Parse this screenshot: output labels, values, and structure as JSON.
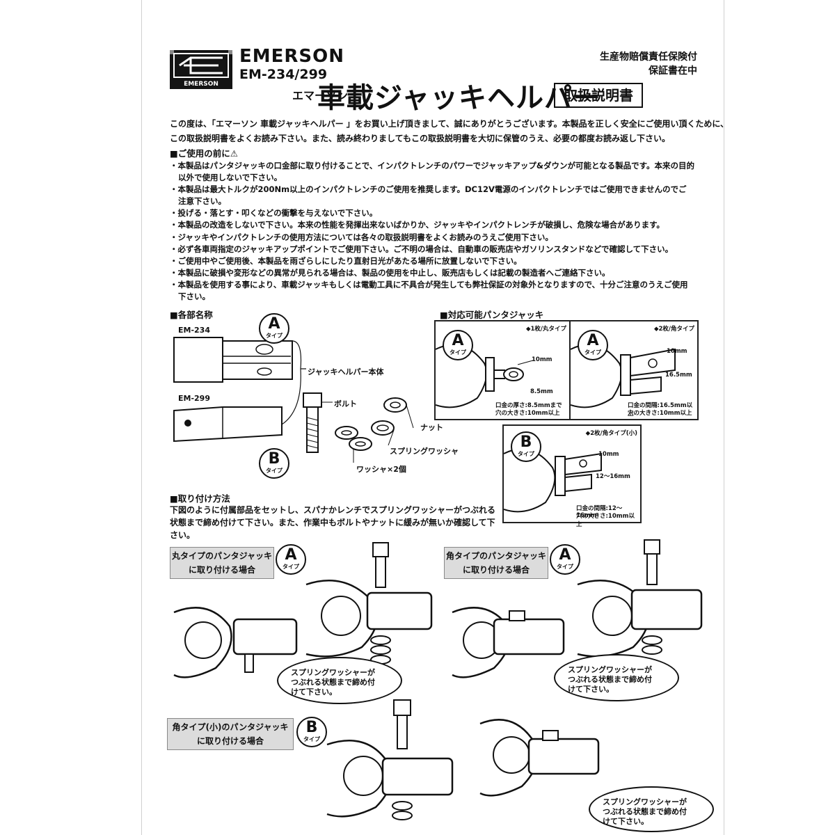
{
  "header": {
    "brand": "EMERSON",
    "model": "EM-234/299",
    "logo_text": "EMERSON",
    "title_small": "エマーソン",
    "title_large": "車載ジャッキヘルパー",
    "manual_label": "取扱説明書",
    "warranty_line1": "生産物賠償責任保険付",
    "warranty_line2": "保証書在中"
  },
  "intro": {
    "line1": "この度は、「エマーソン 車載ジャッキヘルパー 」をお買い上げ頂きまして、誠にありがとうございます。本製品を正しく安全にご使用い頂くために、",
    "line2": "この取扱説明書をよくお読み下さい。また、読み終わりましてもこの取扱説明書を大切に保管のうえ、必要の都度お読み返し下さい。"
  },
  "cautions": {
    "heading": "■ご使用の前に⚠",
    "lines": [
      "・本製品はパンタジャッキの口金部に取り付けることで、インパクトレンチのパワーでジャッキアップ&ダウンが可能となる製品です。本来の目的",
      "以外で使用しないで下さい。",
      "・本製品は最大トルクが200Nm以上のインパクトレンチのご使用を推奨します。DC12V電源のインパクトレンチではご使用できませんのでご",
      "注意下さい。",
      "・投げる・落とす・叩くなどの衝撃を与えないで下さい。",
      "・本製品の改造をしないで下さい。本来の性能を発揮出来ないばかりか、ジャッキやインパクトレンチが破損し、危険な場合があります。",
      "・ジャッキやインパクトレンチの使用方法については各々の取扱説明書をよくお読みのうえご使用下さい。",
      "・必ず各車両指定のジャッキアップポイントでご使用下さい。ご不明の場合は、自動車の販売店やガソリンスタンドなどで確認して下さい。",
      "・ご使用中やご使用後、本製品を雨ざらしにしたり直射日光があたる場所に放置しないで下さい。",
      "・本製品に破損や変形などの異常が見られる場合は、製品の使用を中止し、販売店もしくは記載の製造者へご連絡下さい。",
      "・本製品を使用する事により、車載ジャッキもしくは電動工具に不具合が発生しても弊社保証の対象外となりますので、十分ご注意のうえご使用",
      "下さい。"
    ]
  },
  "parts": {
    "heading": "■各部名称",
    "model_a": "EM-234",
    "model_b": "EM-299",
    "body_label": "ジャッキヘルパー本体",
    "bolt": "ボルト",
    "nut": "ナット",
    "spring_washer": "スプリングワッシャ",
    "washer": "ワッシャ×2個"
  },
  "badges": {
    "a": "A",
    "b": "B",
    "type": "タイプ"
  },
  "jacks": {
    "heading": "■対応可能パンタジャッキ",
    "panels": [
      {
        "title": "◆1枚/丸タイプ",
        "badge": "A",
        "dim1": "10mm",
        "dim2": "8.5mm",
        "note1": "口金の厚さ:8.5mmまで",
        "note2": "穴の大きさ:10mm以上"
      },
      {
        "title": "◆2枚/角タイプ",
        "badge": "A",
        "dim1": "10mm",
        "dim2": "16.5mm",
        "note1": "口金の間隔:16.5mm以上",
        "note2": "穴の大きさ:10mm以上"
      },
      {
        "title": "◆2枚/角タイプ(小)",
        "badge": "B",
        "dim1": "10mm",
        "dim2": "12～16mm",
        "note1": "口金の間隔:12～16mm",
        "note2": "穴の大きさ:10mm以上"
      }
    ]
  },
  "install": {
    "heading": "■取り付け方法",
    "line1": "下図のように付属部品をセットし、スパナかレンチでスプリングワッシャーがつぶれる",
    "line2": "状態まで締め付けて下さい。また、作業中もボルトやナットに緩みが無いか確認して下",
    "line3": "さい。",
    "box_a_round_1": "丸タイプのパンタジャッキ",
    "box_a_round_2": "に取り付ける場合",
    "box_a_square_1": "角タイプのパンタジャッキ",
    "box_a_square_2": "に取り付ける場合",
    "box_b_1": "角タイプ(小)のパンタジャッキ",
    "box_b_2": "に取り付ける場合",
    "bubble_1": "スプリングワッシャーが",
    "bubble_2": "つぶれる状態まで締め付",
    "bubble_3": "けて下さい。"
  }
}
